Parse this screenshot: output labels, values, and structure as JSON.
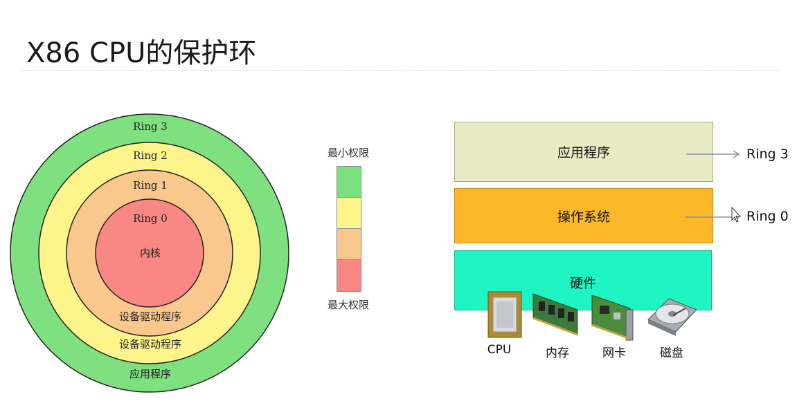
{
  "title": "X86 CPU的保护环",
  "rings": {
    "ring3": "Ring 3",
    "ring2": "Ring 2",
    "ring1": "Ring 1",
    "ring0": "Ring 0",
    "kernel": "内核",
    "driver_inner": "设备驱动程序",
    "driver_outer": "设备驱动程序",
    "apps": "应用程序"
  },
  "legend": {
    "top": "最小权限",
    "bottom": "最大权限",
    "colors": [
      "#7be07e",
      "#fef68a",
      "#f9c78c",
      "#f88784"
    ]
  },
  "layers": {
    "apps": "应用程序",
    "os": "操作系统",
    "hardware": "硬件"
  },
  "ring_tags": {
    "apps": "Ring 3",
    "os": "Ring 0"
  },
  "devices": {
    "cpu": "CPU",
    "memory": "内存",
    "nic": "网卡",
    "disk": "磁盘"
  },
  "colors": {
    "ring3": "#7fe07f",
    "ring2": "#fdf48b",
    "ring1": "#fac78c",
    "ring0": "#f98783",
    "apps_layer": "#e9ebc4",
    "os_layer": "#fdb82a",
    "hw_layer": "#1ef5c3"
  }
}
